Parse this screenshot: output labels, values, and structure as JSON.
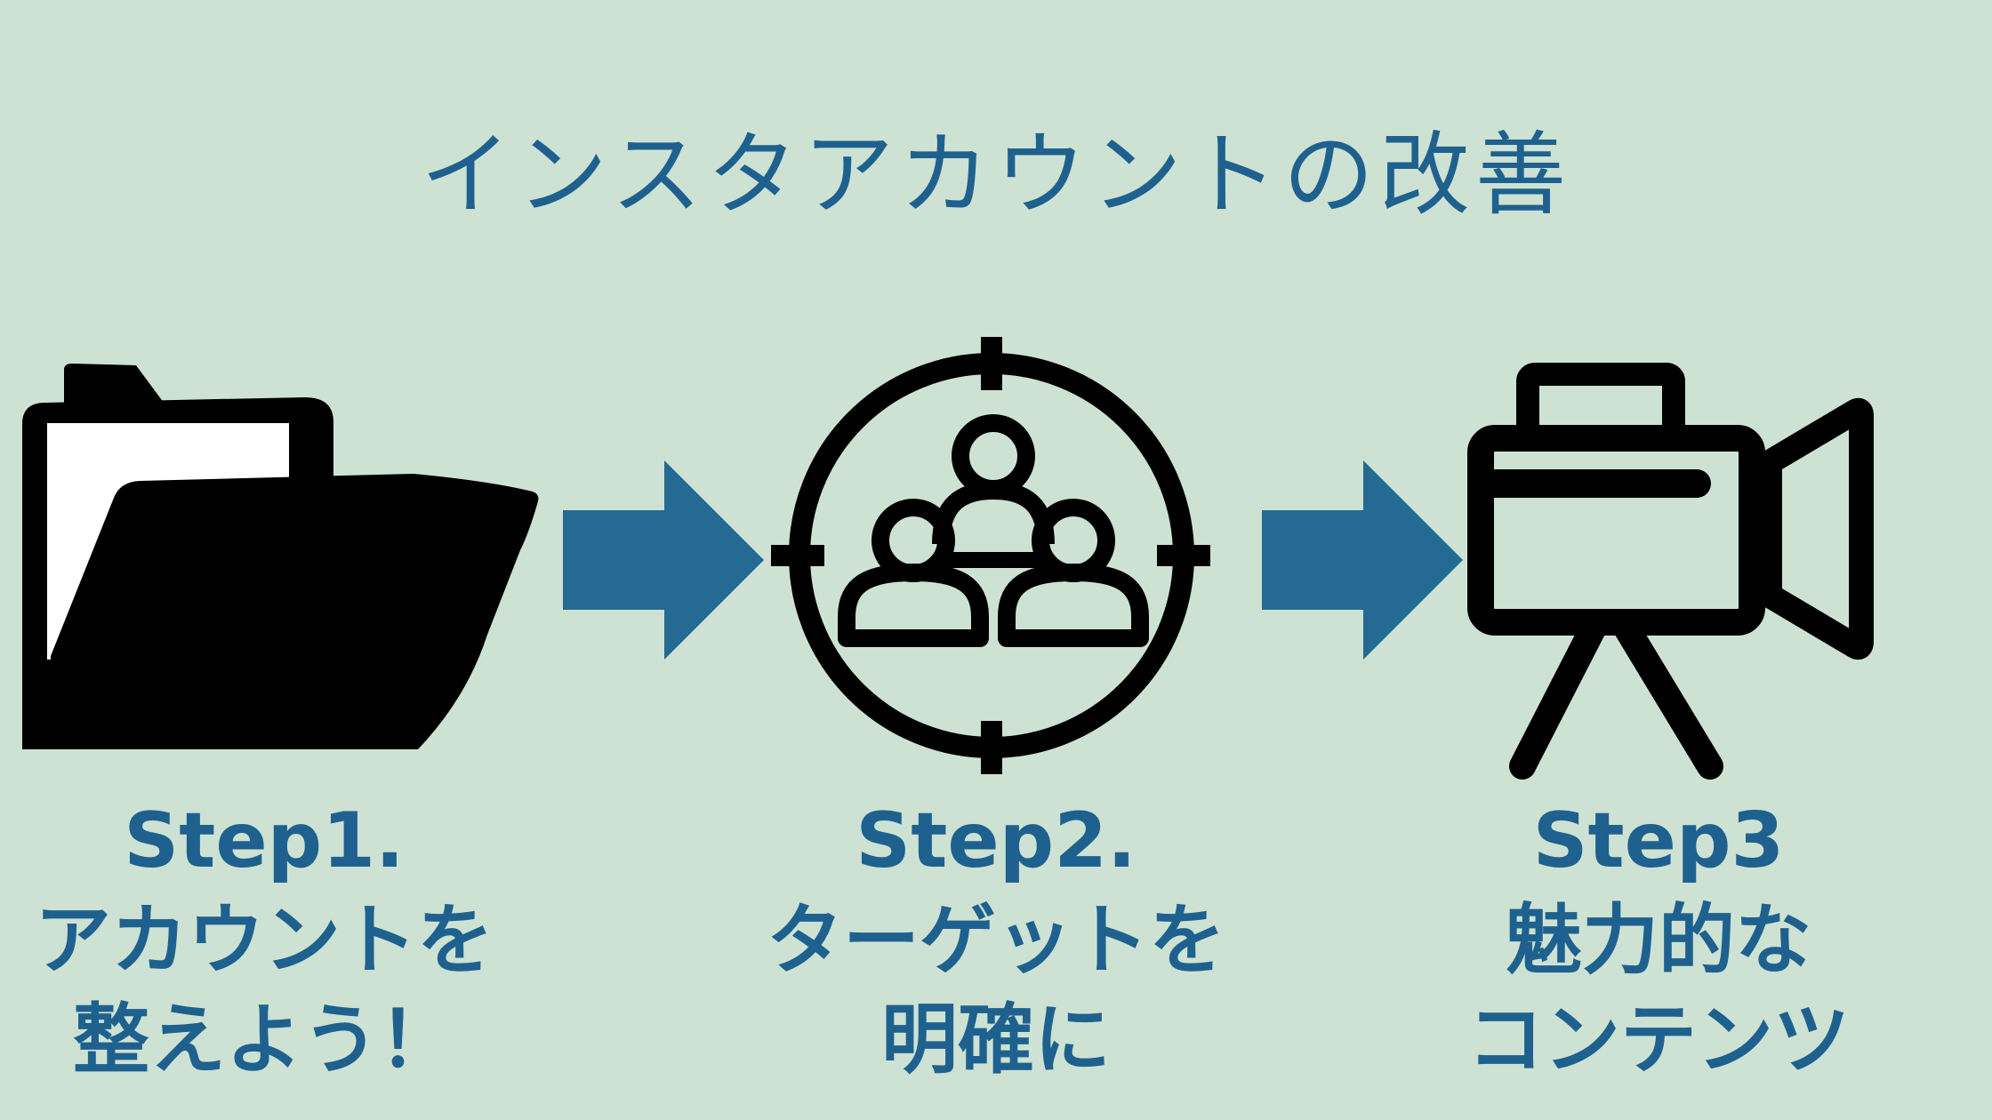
{
  "header": {
    "title": "インスタアカウントの改善"
  },
  "steps": [
    {
      "label": "Step1.",
      "line2": "アカウントを",
      "line3": "整えよう！",
      "icon": "open-folder"
    },
    {
      "label": "Step2.",
      "line2": "ターゲットを",
      "line3": "明確に",
      "icon": "target-audience"
    },
    {
      "label": "Step3",
      "line2": "魅力的な",
      "line3": "コンテンツ",
      "icon": "video-camera"
    }
  ],
  "arrows": [
    {
      "name": "arrow-right-1",
      "direction": "right"
    },
    {
      "name": "arrow-right-2",
      "direction": "right"
    }
  ],
  "colors": {
    "background": "#cde2d3",
    "accent_text": "#1f618e",
    "arrow": "#256a92",
    "icon": "#000000",
    "paper": "#ffffff"
  }
}
